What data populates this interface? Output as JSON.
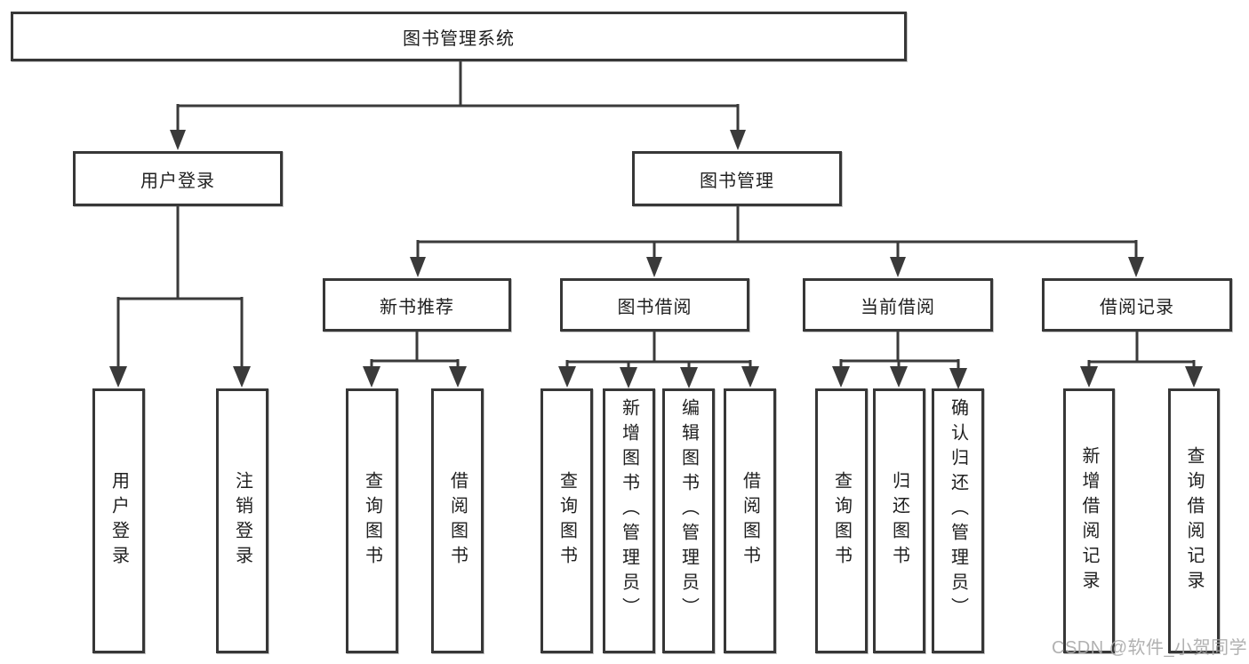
{
  "diagram": {
    "type": "hierarchy-tree",
    "orientation": "top-down",
    "colors": {
      "background": "#ffffff",
      "line": "#3a3a3a",
      "box_border": "#373737",
      "text": "#1f1f1f",
      "watermark": "#a8a8a8"
    }
  },
  "tree": {
    "label": "图书管理系统",
    "children": [
      {
        "label": "用户登录",
        "children": [
          {
            "label": "用户登录"
          },
          {
            "label": "注销登录"
          }
        ]
      },
      {
        "label": "图书管理",
        "children": [
          {
            "label": "新书推荐",
            "children": [
              {
                "label": "查询图书"
              },
              {
                "label": "借阅图书"
              }
            ]
          },
          {
            "label": "图书借阅",
            "children": [
              {
                "label": "查询图书"
              },
              {
                "label": "新增图书（管理员）"
              },
              {
                "label": "编辑图书（管理员）"
              },
              {
                "label": "借阅图书"
              }
            ]
          },
          {
            "label": "当前借阅",
            "children": [
              {
                "label": "查询图书"
              },
              {
                "label": "归还图书"
              },
              {
                "label": "确认归还（管理员）"
              }
            ]
          },
          {
            "label": "借阅记录",
            "children": [
              {
                "label": "新增借阅记录"
              },
              {
                "label": "查询借阅记录"
              }
            ]
          }
        ]
      }
    ]
  },
  "watermark": {
    "text": "CSDN @软件_小贺同学"
  }
}
